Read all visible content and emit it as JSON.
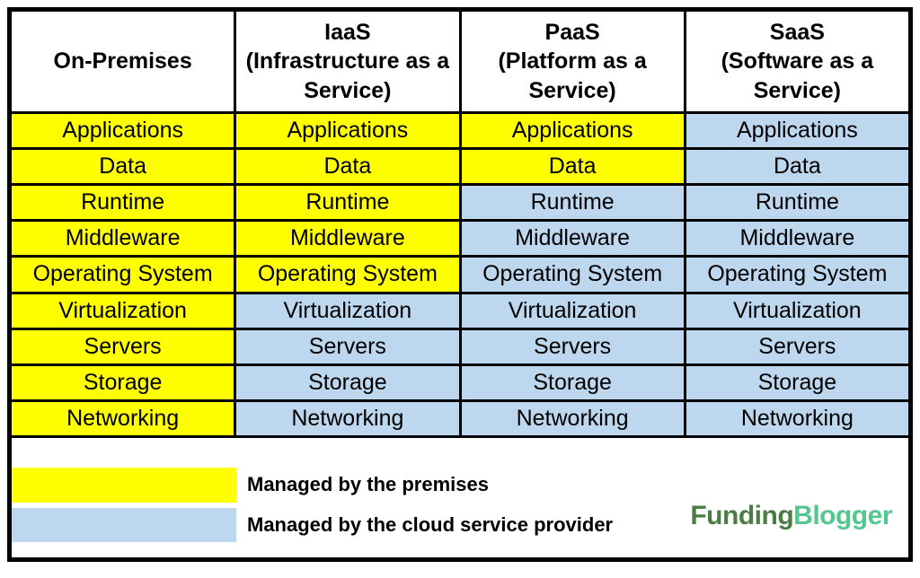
{
  "table": {
    "columns": [
      {
        "abbr": "On-Premises",
        "full": "",
        "managed_by": [
          "premises",
          "premises",
          "premises",
          "premises",
          "premises",
          "premises",
          "premises",
          "premises",
          "premises"
        ]
      },
      {
        "abbr": "IaaS",
        "full": "(Infrastructure as a Service)",
        "managed_by": [
          "premises",
          "premises",
          "premises",
          "premises",
          "premises",
          "cloud",
          "cloud",
          "cloud",
          "cloud"
        ]
      },
      {
        "abbr": "PaaS",
        "full": "(Platform as a Service)",
        "managed_by": [
          "premises",
          "premises",
          "cloud",
          "cloud",
          "cloud",
          "cloud",
          "cloud",
          "cloud",
          "cloud"
        ]
      },
      {
        "abbr": "SaaS",
        "full": "(Software as a Service)",
        "managed_by": [
          "cloud",
          "cloud",
          "cloud",
          "cloud",
          "cloud",
          "cloud",
          "cloud",
          "cloud",
          "cloud"
        ]
      }
    ],
    "rows": [
      "Applications",
      "Data",
      "Runtime",
      "Middleware",
      "Operating System",
      "Virtualization",
      "Servers",
      "Storage",
      "Networking"
    ]
  },
  "legend": {
    "premises_label": "Managed by the premises",
    "cloud_label": "Managed by the cloud service provider"
  },
  "logo": {
    "part1": "Funding",
    "part2": "Blogger"
  },
  "colors": {
    "premises": "#ffff00",
    "cloud": "#bdd7ee",
    "border": "#000000",
    "logo_part1": "#4a7d43",
    "logo_part2": "#53c78e"
  }
}
